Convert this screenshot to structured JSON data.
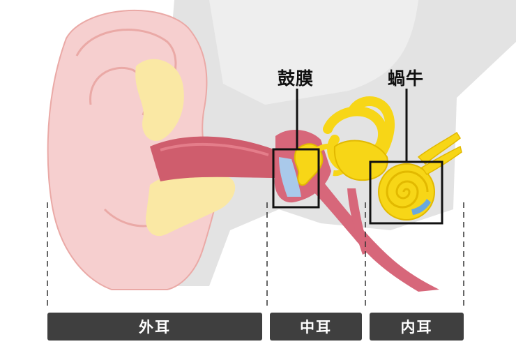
{
  "labels": {
    "eardrum": "鼓膜",
    "cochlea": "蝸牛"
  },
  "sections": {
    "outer": "外耳",
    "middle": "中耳",
    "inner": "内耳"
  },
  "colors": {
    "skull": "#e3e3e3",
    "skin": "#f6cfcf",
    "skin_outline": "#eaa9a6",
    "canal": "#cf5d6d",
    "cartilage": "#fae8a4",
    "ossicle_yellow": "#f7d617",
    "tube": "#d7677a",
    "eardrum_fill": "#a9c9ea",
    "section_bar": "#3f3f3f",
    "box_outline": "#111111"
  }
}
